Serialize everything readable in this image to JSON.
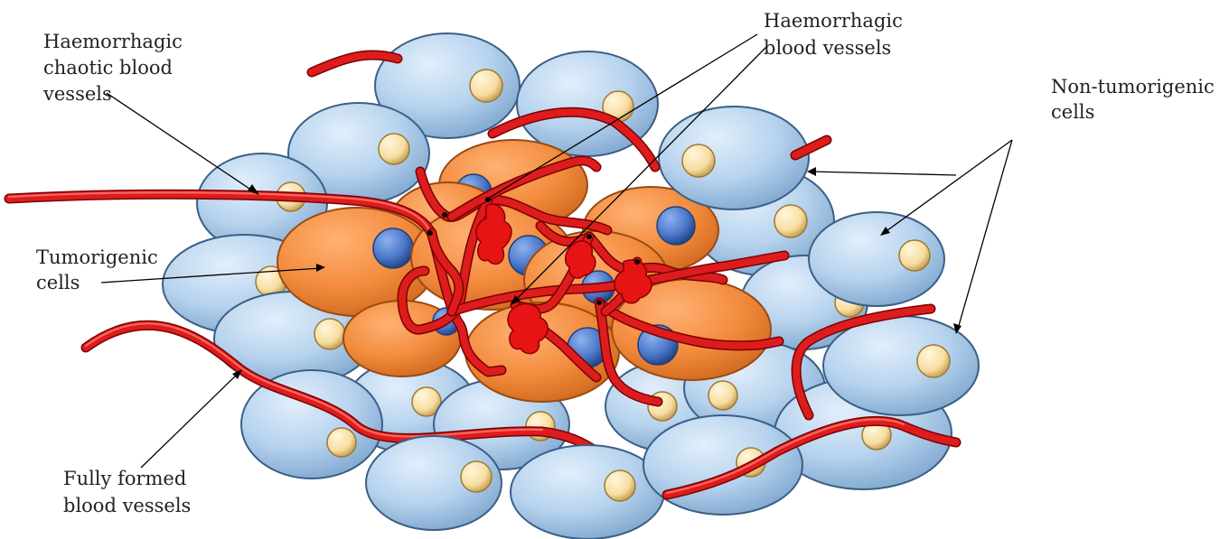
{
  "labels": {
    "chaotic_vessels": [
      "Haemorrhagic",
      "chaotic blood",
      "vessels"
    ],
    "haemorrhagic_vessels": [
      "Haemorrhagic",
      "blood vessels"
    ],
    "non_tumorigenic": [
      "Non-tumorigenic",
      "cells"
    ],
    "tumorigenic": [
      "Tumorigenic",
      "cells"
    ],
    "fully_formed": [
      "Fully formed",
      "blood vessels"
    ]
  },
  "colors": {
    "normal_cell": "#b7d3ee",
    "normal_cell_edge": "#3b5f86",
    "normal_nucleus": "#f7dca0",
    "tumor_cell": "#f28a3c",
    "tumor_cell_edge": "#9a4a12",
    "tumor_nucleus": "#4a77c9",
    "vessel": "#dd1d1d",
    "haemorrhage": "#e61414"
  }
}
